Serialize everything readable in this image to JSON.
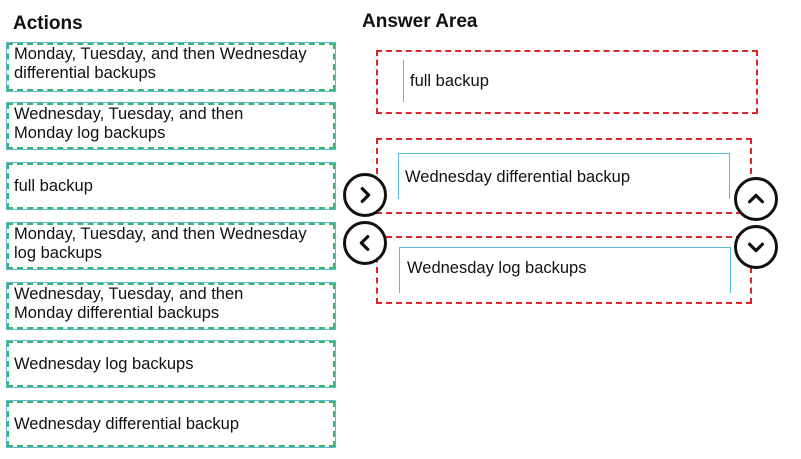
{
  "actions": {
    "heading": "Actions",
    "items": [
      {
        "line1": "Monday, Tuesday, and then Wednesday",
        "line2": "differential backups"
      },
      {
        "line1": "Wednesday, Tuesday, and then",
        "line2": "Monday log backups"
      },
      {
        "line1": "full backup",
        "line2": ""
      },
      {
        "line1": "Monday, Tuesday, and then Wednesday",
        "line2": "log backups"
      },
      {
        "line1": "Wednesday, Tuesday, and then",
        "line2": "Monday differential backups"
      },
      {
        "line1": "Wednesday log backups",
        "line2": ""
      },
      {
        "line1": "Wednesday differential backup",
        "line2": ""
      }
    ]
  },
  "answer_area": {
    "heading": "Answer Area",
    "items": [
      "full backup",
      "Wednesday differential backup",
      "Wednesday log backups"
    ]
  },
  "controls": {
    "move_right_icon": "chevron-right-icon",
    "move_left_icon": "chevron-left-icon",
    "move_up_icon": "chevron-up-icon",
    "move_down_icon": "chevron-down-icon"
  },
  "colors": {
    "action_border": "#5bbad5",
    "action_dash": "#3cb371",
    "target_dash": "#e0242b"
  }
}
